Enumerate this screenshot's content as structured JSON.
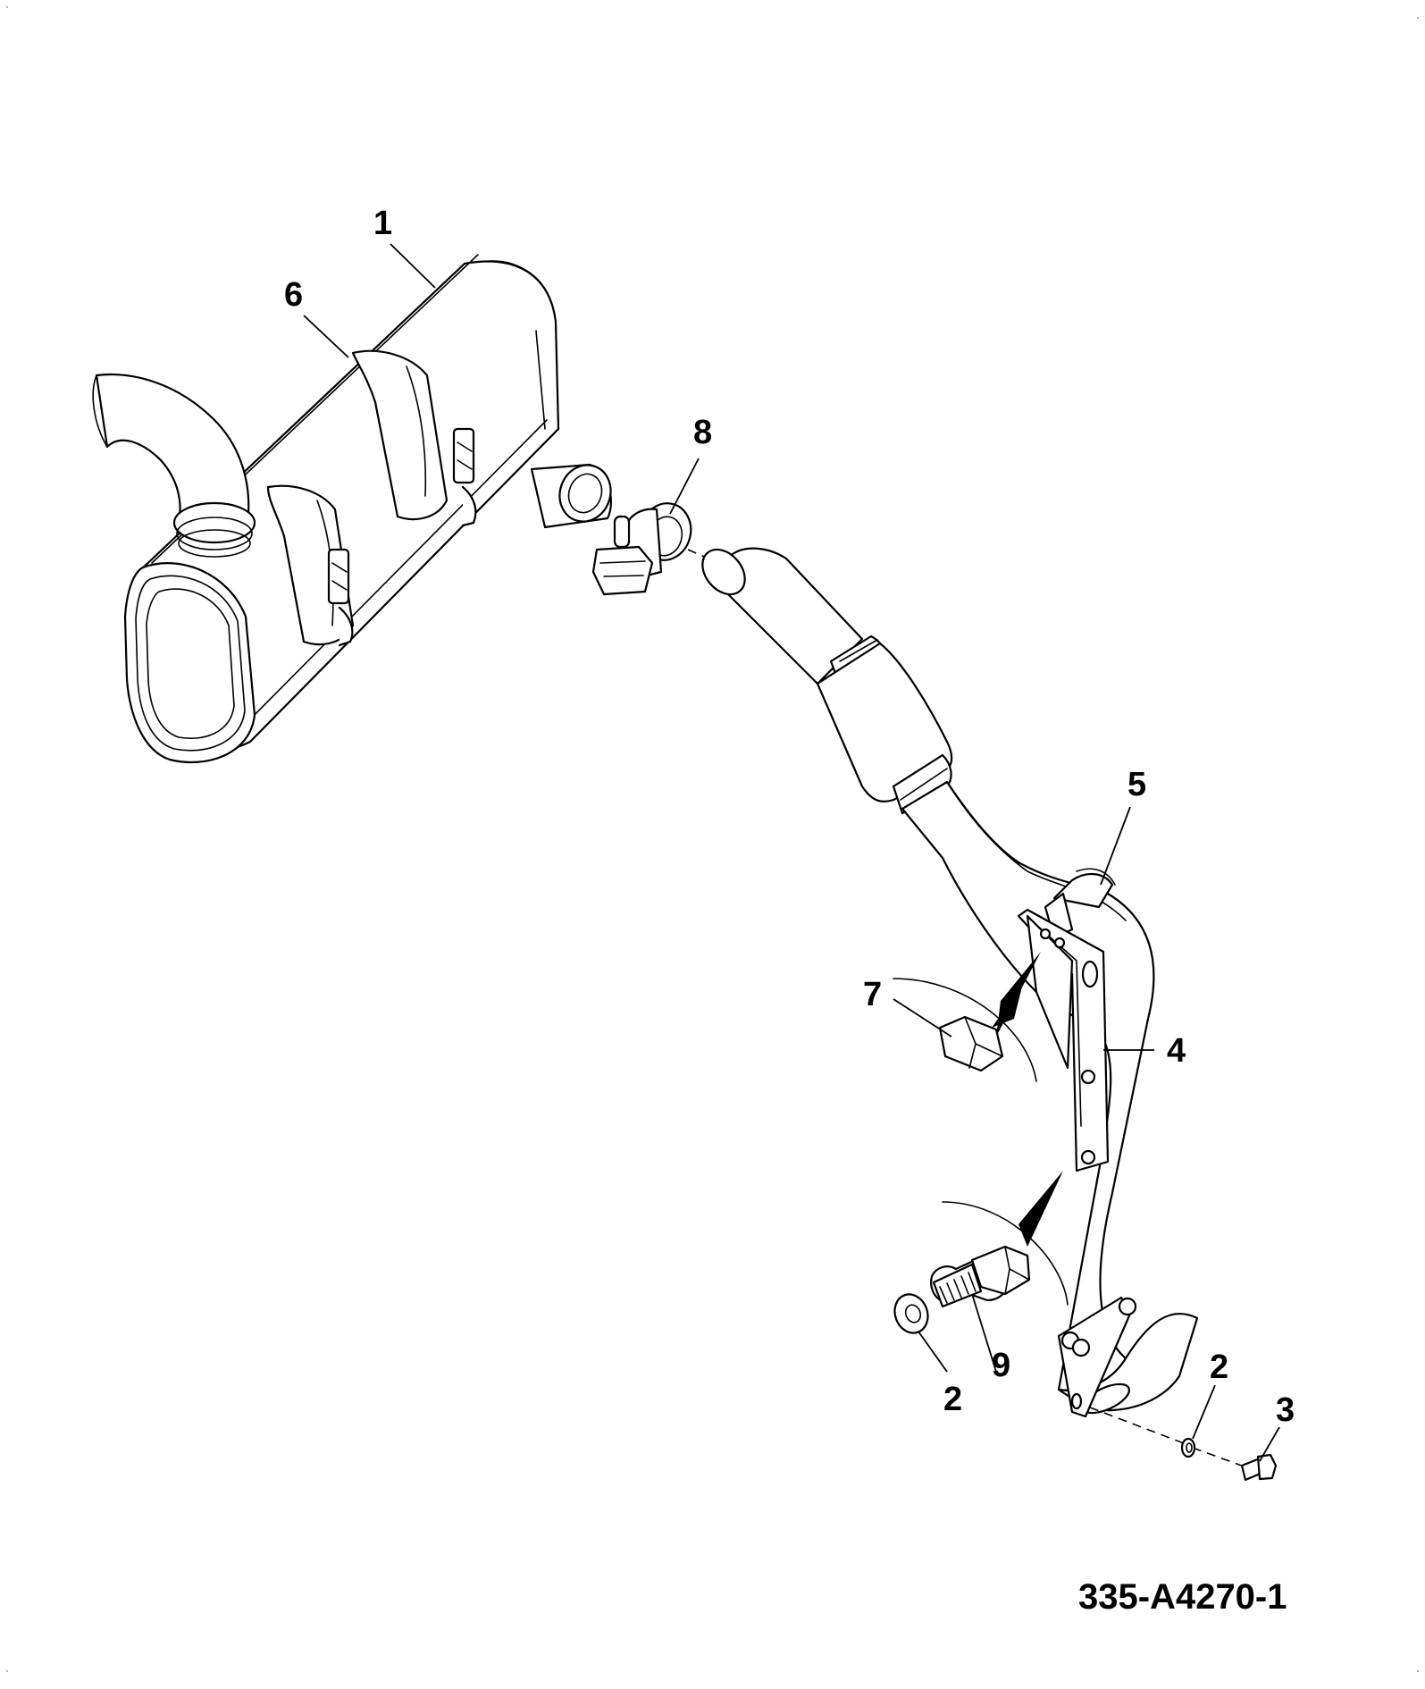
{
  "drawing_number": "335-A4270-1",
  "callouts": [
    {
      "id": "c1",
      "label": "1"
    },
    {
      "id": "c2a",
      "label": "2"
    },
    {
      "id": "c2b",
      "label": "2"
    },
    {
      "id": "c3",
      "label": "3"
    },
    {
      "id": "c4",
      "label": "4"
    },
    {
      "id": "c5",
      "label": "5"
    },
    {
      "id": "c6",
      "label": "6"
    },
    {
      "id": "c7",
      "label": "7"
    },
    {
      "id": "c8",
      "label": "8"
    },
    {
      "id": "c9",
      "label": "9"
    }
  ]
}
